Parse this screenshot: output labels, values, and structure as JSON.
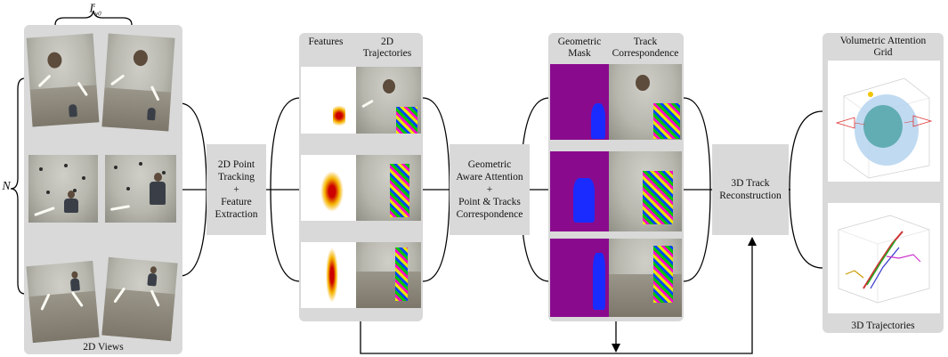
{
  "stage1": {
    "top_label": "I",
    "top_label_sup": "t",
    "top_label_sub": "v0",
    "side_label": "N",
    "caption": "2D Views"
  },
  "box1": {
    "line1": "2D Point",
    "line2": "Tracking",
    "line3": "+",
    "line4": "Feature",
    "line5": "Extraction"
  },
  "stage2": {
    "col1": "Features",
    "col2_line1": "2D",
    "col2_line2": "Trajectories"
  },
  "box2": {
    "line1": "Geometric",
    "line2": "Aware Attention",
    "line3": "+",
    "line4": "Point & Tracks",
    "line5": "Correspondence"
  },
  "stage3": {
    "col1_line1": "Geometric",
    "col1_line2": "Mask",
    "col2_line1": "Track",
    "col2_line2": "Correspondence"
  },
  "box3": {
    "line1": "3D Track",
    "line2": "Reconstruction"
  },
  "stage4": {
    "title_line1": "Volumetric Attention",
    "title_line2": "Grid",
    "caption": "3D Trajectories"
  },
  "colors": {
    "panel": "#d9d9d9",
    "mask_purple": "#8a0a8e",
    "mask_blue": "#1a2bff",
    "line": "#000000"
  }
}
